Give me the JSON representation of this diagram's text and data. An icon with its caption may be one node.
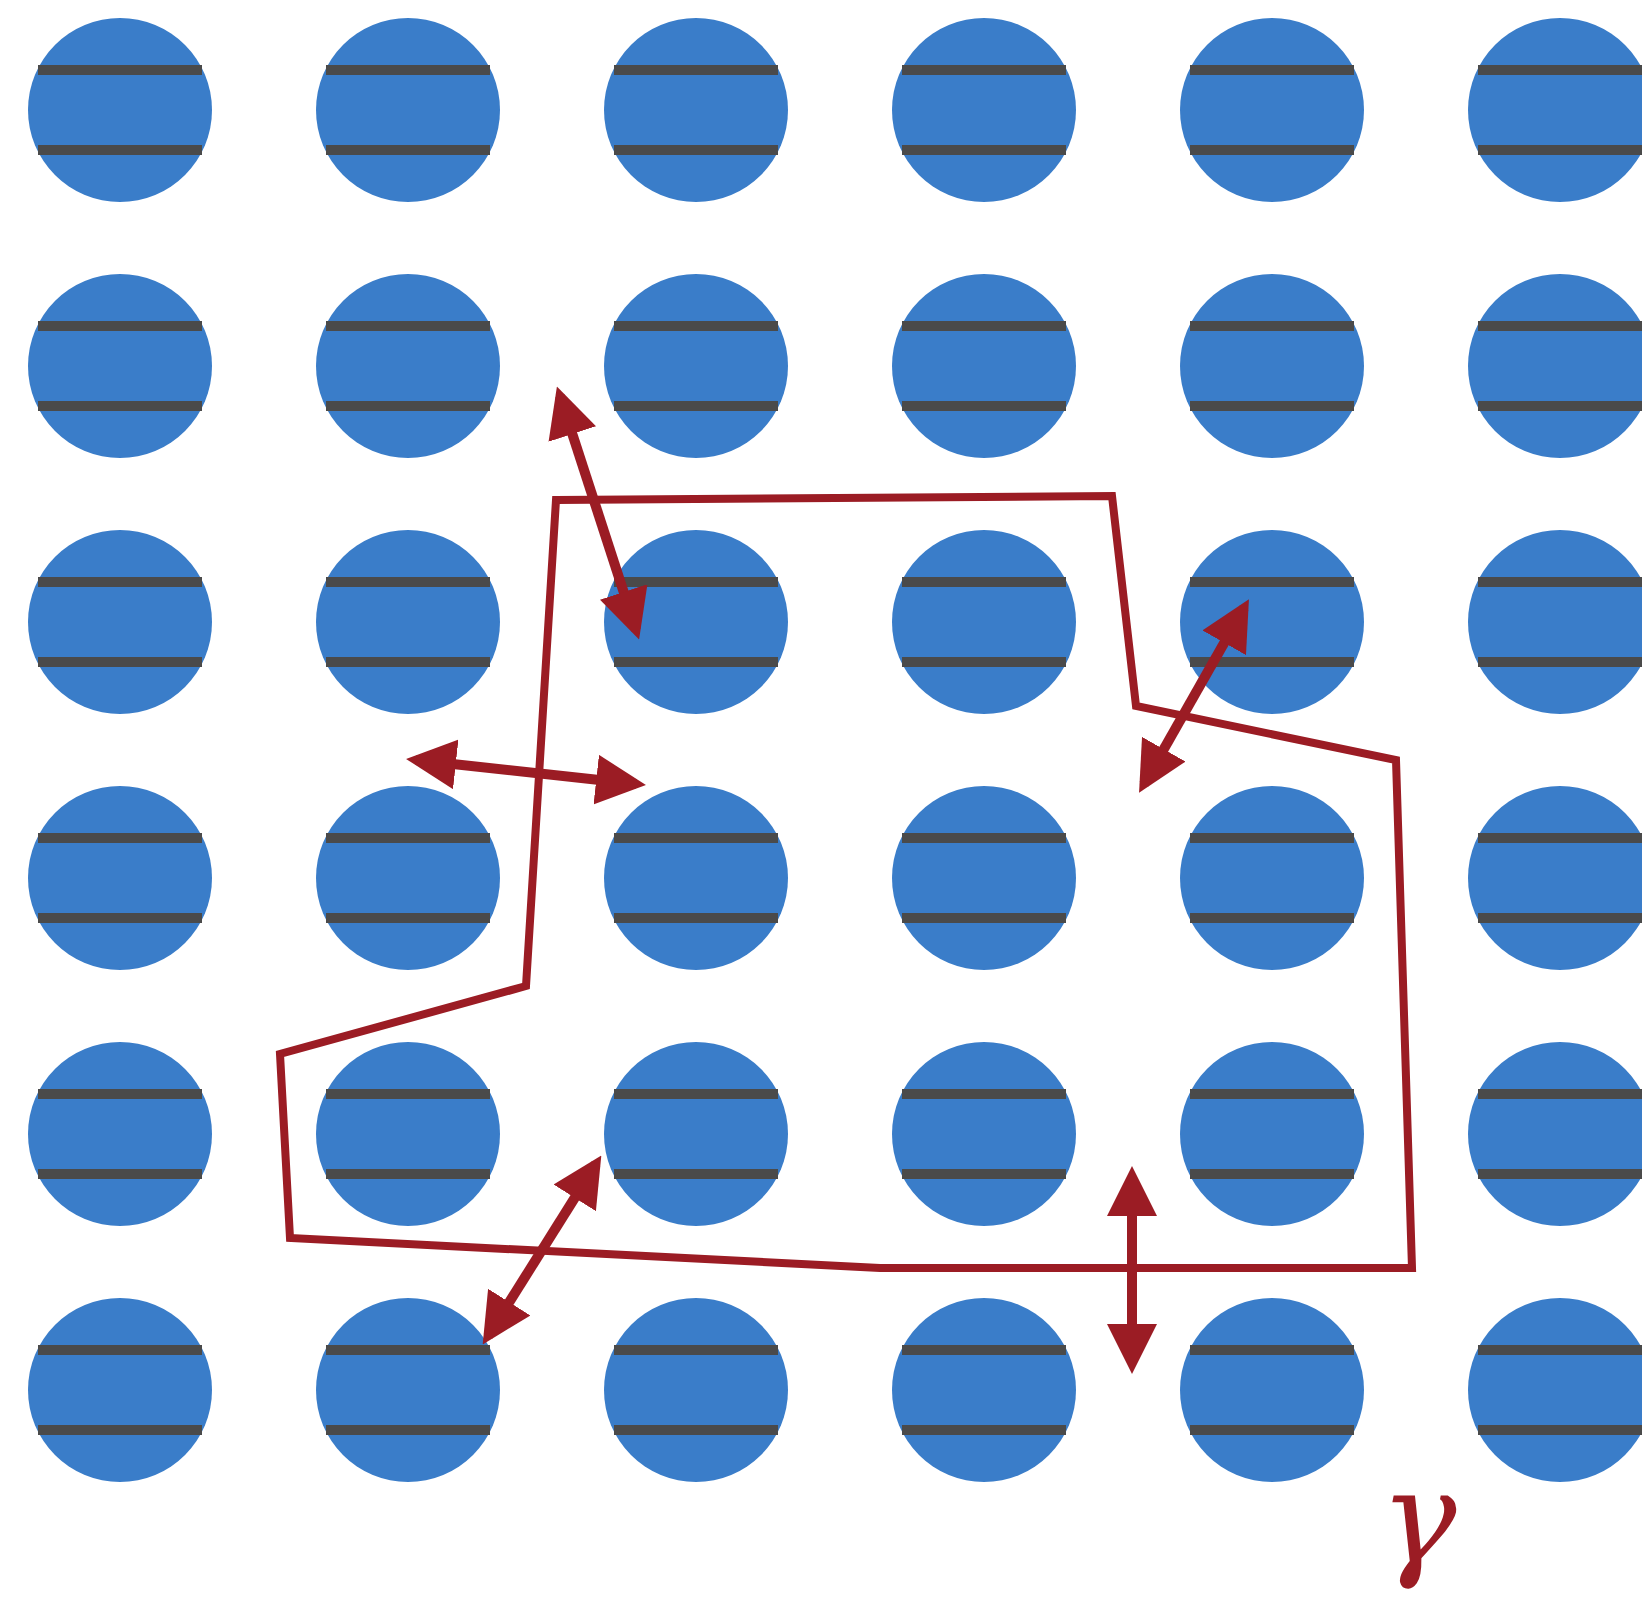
{
  "diagram": {
    "nodes": [
      {
        "text": [],
        "shape": "circle"
      },
      {
        "text": [],
        "shape": "circle"
      },
      {
        "text": [],
        "shape": "circle"
      },
      {
        "text": [],
        "shape": "circle"
      },
      {
        "text": [],
        "shape": "circle"
      },
      {
        "text": [],
        "shape": "circle"
      },
      {
        "text": [],
        "shape": "circle"
      },
      {
        "text": [],
        "shape": "circle"
      },
      {
        "text": [],
        "shape": "circle"
      },
      {
        "text": [],
        "shape": "circle"
      },
      {
        "text": [],
        "shape": "circle"
      },
      {
        "text": [],
        "shape": "circle"
      },
      {
        "text": [],
        "shape": "circle"
      },
      {
        "text": [],
        "shape": "circle"
      },
      {
        "text": [],
        "shape": "circle"
      },
      {
        "text": [],
        "shape": "circle"
      },
      {
        "text": [],
        "shape": "circle"
      },
      {
        "text": [],
        "shape": "circle"
      },
      {
        "text": [],
        "shape": "circle"
      },
      {
        "text": [],
        "shape": "circle"
      },
      {
        "text": [],
        "shape": "circle"
      },
      {
        "text": [],
        "shape": "circle"
      },
      {
        "text": [],
        "shape": "circle"
      },
      {
        "text": [],
        "shape": "circle"
      },
      {
        "text": [],
        "shape": "circle"
      },
      {
        "text": [],
        "shape": "circle"
      },
      {
        "text": [],
        "shape": "circle"
      },
      {
        "text": [],
        "shape": "circle"
      },
      {
        "text": [],
        "shape": "circle"
      },
      {
        "text": [],
        "shape": "circle"
      },
      {
        "text": [],
        "shape": "circle"
      },
      {
        "text": [],
        "shape": "circle"
      },
      {
        "text": [],
        "shape": "circle"
      },
      {
        "text": [],
        "shape": "circle"
      },
      {
        "text": [],
        "shape": "circle"
      },
      {
        "text": [],
        "shape": "circle"
      }
    ],
    "edges": [
      {
        "from": 8,
        "to": 14,
        "arrow": "both"
      },
      {
        "from": 13,
        "to": 20,
        "arrow": "both"
      },
      {
        "from": 16,
        "to": 22,
        "arrow": "both"
      },
      {
        "from": 26,
        "to": 31,
        "arrow": "both"
      },
      {
        "from": 27,
        "to": 34,
        "arrow": "both"
      }
    ],
    "labels": [
      "γ"
    ]
  }
}
